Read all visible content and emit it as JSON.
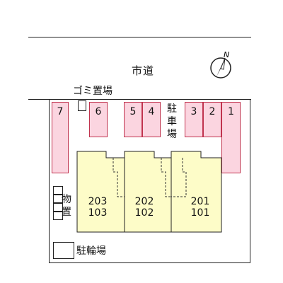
{
  "road": {
    "label": "市道"
  },
  "compass": {
    "letter": "N"
  },
  "garbage": {
    "label": "ゴミ置場"
  },
  "parking": {
    "label_chars": [
      "駐",
      "車",
      "場"
    ],
    "slots": [
      "7",
      "6",
      "5",
      "4",
      "3",
      "2",
      "1"
    ]
  },
  "building": {
    "units": [
      {
        "upper": "203",
        "lower": "103"
      },
      {
        "upper": "202",
        "lower": "102"
      },
      {
        "upper": "201",
        "lower": "101"
      }
    ]
  },
  "storage": {
    "label_chars": [
      "物",
      "置"
    ]
  },
  "bicycle_parking": {
    "label": "駐輪場"
  },
  "colors": {
    "parking_fill": "#fbd5e0",
    "parking_border": "#c0334e",
    "building_fill": "#fdfcc8",
    "line": "#222222"
  }
}
